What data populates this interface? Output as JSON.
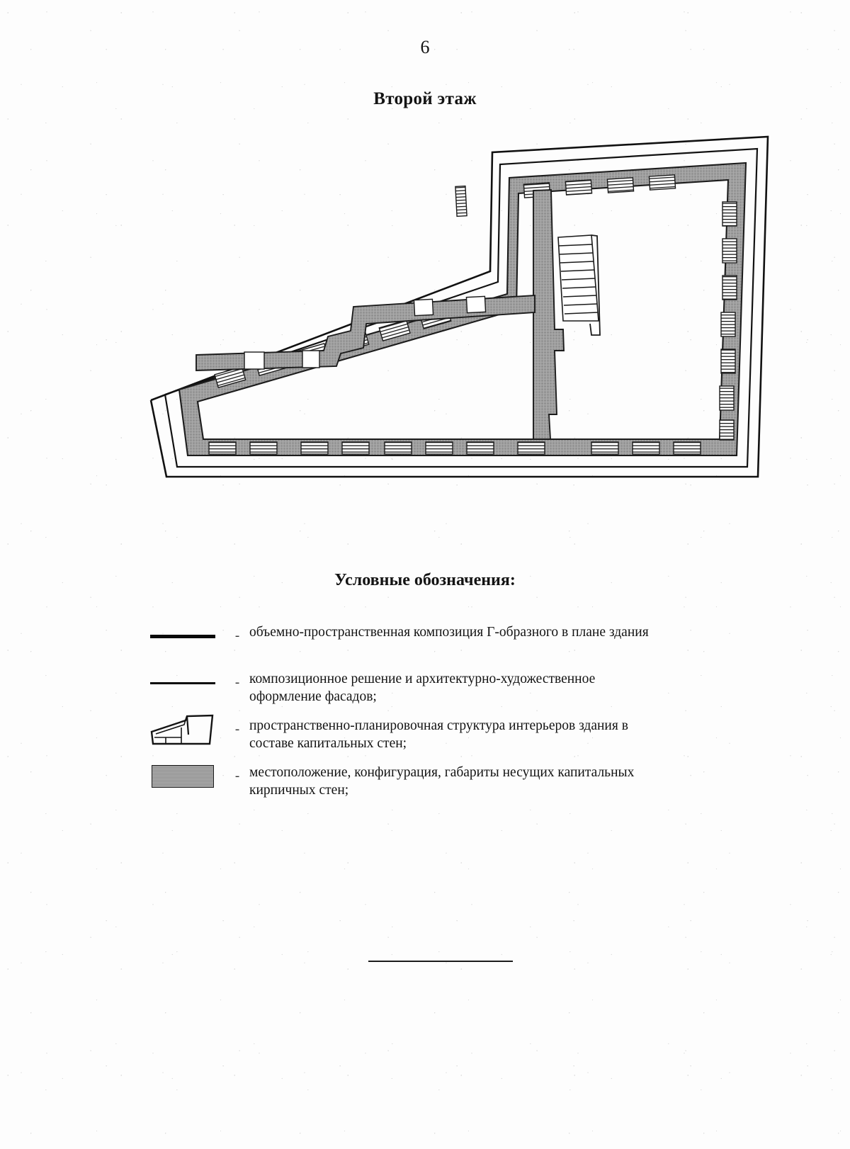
{
  "document": {
    "page_number": "6",
    "plan_title": "Второй этаж",
    "legend_title": "Условные обозначения:"
  },
  "legend": {
    "items": [
      {
        "symbol": "thick-line",
        "dash": "-",
        "line1": "объемно-пространственная композиция Г-образного в плане здания",
        "line2": ""
      },
      {
        "symbol": "thin-line",
        "dash": "-",
        "line1": "композиционное решение и архитектурно-художественное",
        "line2": "оформление фасадов;"
      },
      {
        "symbol": "plan-outline",
        "dash": "-",
        "line1": "пространственно-планировочная структура интерьеров здания в",
        "line2": "составе капитальных стен;"
      },
      {
        "symbol": "gray-wall-block",
        "dash": "-",
        "line1": "местоположение, конфигурация, габариты несущих капитальных",
        "line2": "кирпичных стен;"
      }
    ]
  },
  "colors": {
    "wall_fill": "#9a9a9a",
    "ink": "#0a0a0a",
    "paper": "#fdfdfd"
  },
  "floor_plan": {
    "shape": "L-shaped (Г-образный) building outline",
    "features": [
      "outer thin contour line",
      "gray hatched capital brick walls",
      "window openings shown as striped segments",
      "internal partition walls",
      "staircase with treads on right side"
    ]
  }
}
